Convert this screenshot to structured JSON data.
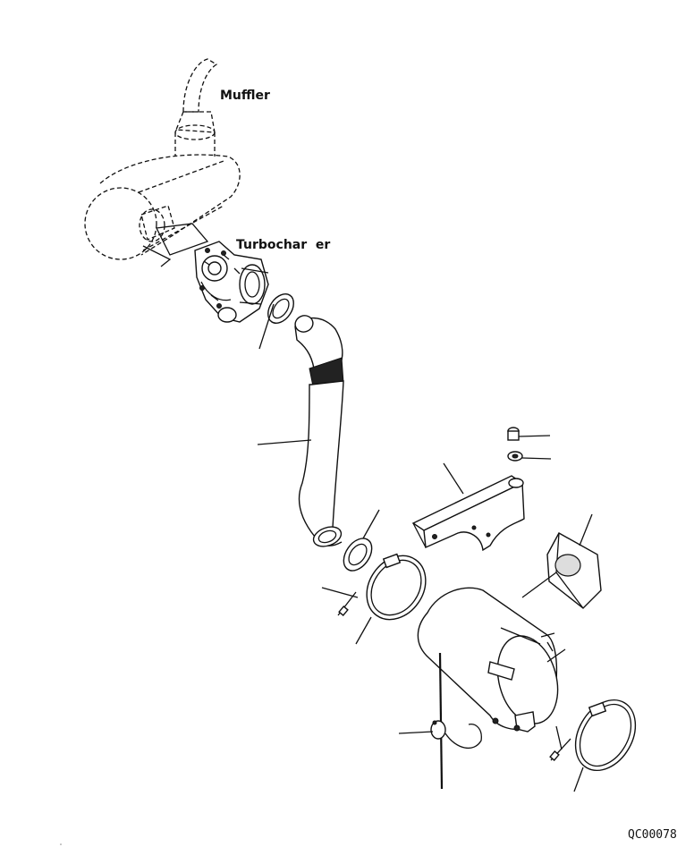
{
  "labels": {
    "muffler": "Muffler",
    "turbocharger": "Turbochar  er"
  },
  "drawing_code": "QC00078",
  "icons": {
    "muffler": "muffler-icon",
    "turbocharger": "turbocharger-icon",
    "intake_hose": "intake-hose-icon",
    "air_cleaner": "air-cleaner-icon",
    "bracket": "bracket-icon",
    "mount_block": "mount-block-icon",
    "clamp": "clamp-icon",
    "bolt": "bolt-icon",
    "washer": "washer-icon",
    "band": "band-clamp-icon",
    "indicator": "dust-indicator-icon"
  }
}
